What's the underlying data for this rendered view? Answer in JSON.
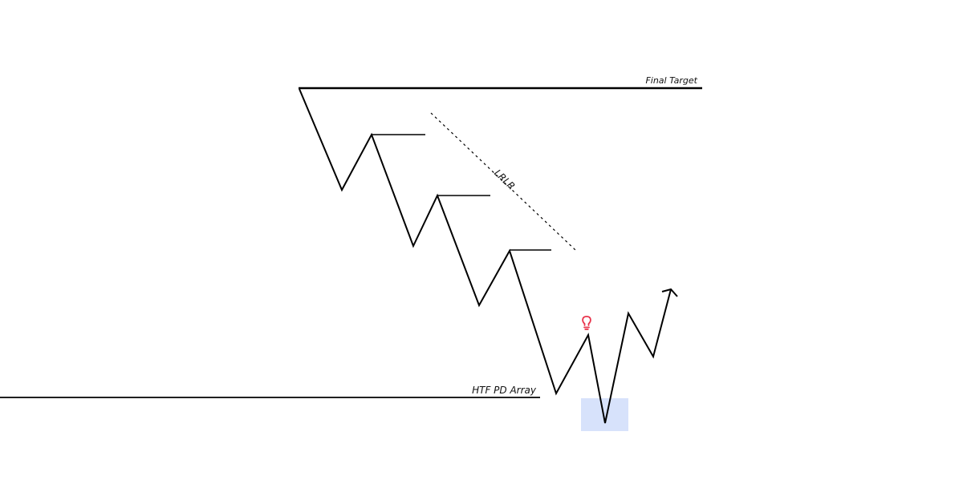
{
  "labels": {
    "final_target": "Final Target",
    "htf_pd_array": "HTF PD Array",
    "lrlr": "LRLR"
  },
  "colors": {
    "background": "#ffffff",
    "line": "#000000",
    "zone_fill": "#d7e2fb",
    "marker": "#e8324a"
  },
  "icons": {
    "marker": "lightbulb-icon"
  }
}
